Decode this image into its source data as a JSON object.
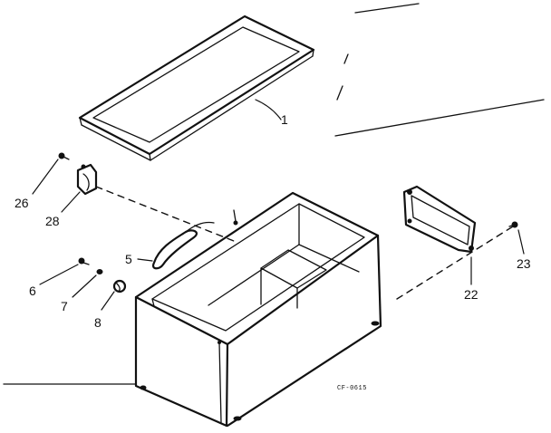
{
  "diagram": {
    "labels": {
      "p1": "1",
      "p5": "5",
      "p6": "6",
      "p7": "7",
      "p8": "8",
      "p22": "22",
      "p23": "23",
      "p26": "26",
      "p28": "28"
    },
    "drawing_code": "CF-0615"
  }
}
